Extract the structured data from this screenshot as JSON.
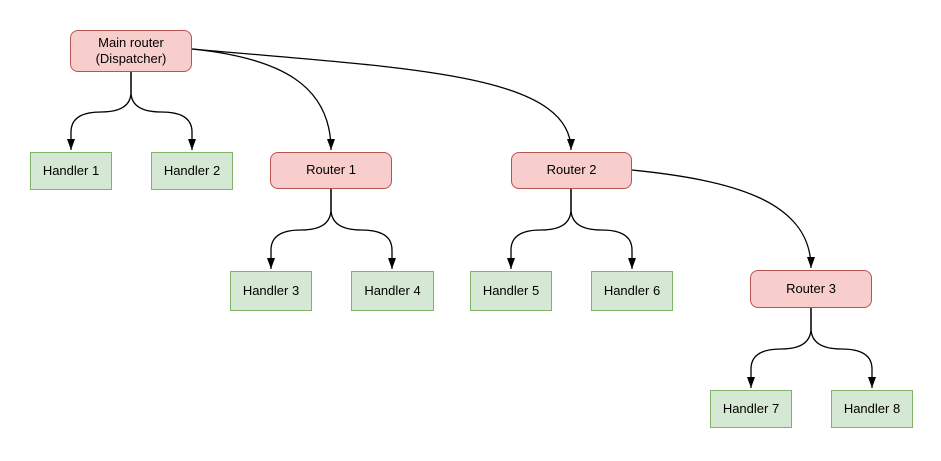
{
  "diagram": {
    "type": "tree",
    "colors": {
      "canvas_bg": "#ffffff",
      "router_fill": "#f8cecc",
      "router_border": "#b85450",
      "handler_fill": "#d5e8d4",
      "handler_border": "#82b366",
      "edge_color": "#000000"
    },
    "nodes": {
      "main_router": {
        "label": "Main router\n(Dispatcher)",
        "type": "router"
      },
      "handler1": {
        "label": "Handler 1",
        "type": "handler"
      },
      "handler2": {
        "label": "Handler 2",
        "type": "handler"
      },
      "router1": {
        "label": "Router 1",
        "type": "router"
      },
      "router2": {
        "label": "Router 2",
        "type": "router"
      },
      "handler3": {
        "label": "Handler 3",
        "type": "handler"
      },
      "handler4": {
        "label": "Handler 4",
        "type": "handler"
      },
      "handler5": {
        "label": "Handler 5",
        "type": "handler"
      },
      "handler6": {
        "label": "Handler 6",
        "type": "handler"
      },
      "router3": {
        "label": "Router 3",
        "type": "router"
      },
      "handler7": {
        "label": "Handler 7",
        "type": "handler"
      },
      "handler8": {
        "label": "Handler 8",
        "type": "handler"
      }
    },
    "edges": [
      {
        "from": "Main router (Dispatcher)",
        "to": "Handler 1"
      },
      {
        "from": "Main router (Dispatcher)",
        "to": "Handler 2"
      },
      {
        "from": "Main router (Dispatcher)",
        "to": "Router 1"
      },
      {
        "from": "Main router (Dispatcher)",
        "to": "Router 2"
      },
      {
        "from": "Router 1",
        "to": "Handler 3"
      },
      {
        "from": "Router 1",
        "to": "Handler 4"
      },
      {
        "from": "Router 2",
        "to": "Handler 5"
      },
      {
        "from": "Router 2",
        "to": "Handler 6"
      },
      {
        "from": "Router 2",
        "to": "Router 3"
      },
      {
        "from": "Router 3",
        "to": "Handler 7"
      },
      {
        "from": "Router 3",
        "to": "Handler 8"
      }
    ]
  }
}
